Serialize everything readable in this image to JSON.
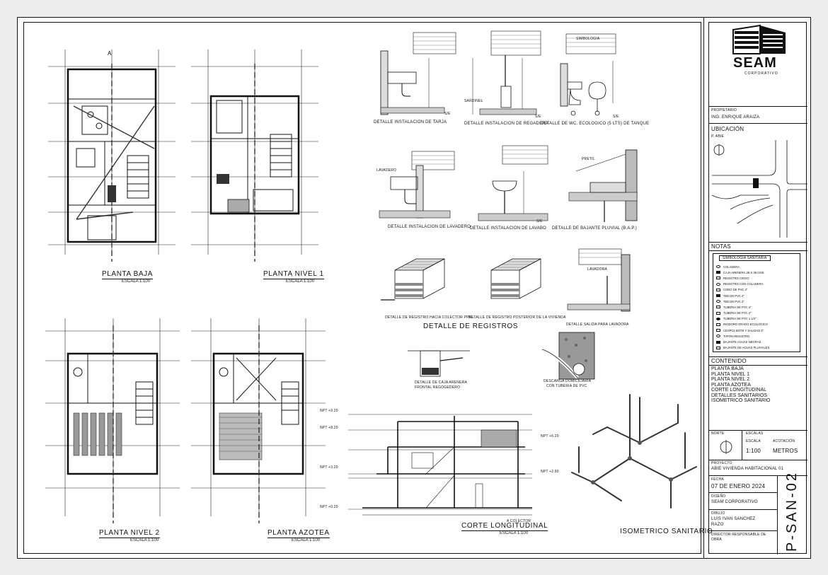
{
  "company": {
    "logo_text": "SEAM",
    "logo_subtext": "CORPORATIVO"
  },
  "titleblock": {
    "propietario_label": "PROPIETARIO",
    "propietario_value": "ING. ENRIQUE ARAIZA",
    "ubicacion_label": "UBICACIÓN",
    "ubicacion_street": "P. ABIE",
    "notas_label": "NOTAS",
    "contenido_label": "CONTENIDO",
    "contenido_items": [
      "PLANTA BAJA",
      "PLANTA NIVEL 1",
      "PLANTA NIVEL 2",
      "PLANTA AZOTEA",
      "CORTE LONGITUDINAL",
      "DETALLES SANITARIOS",
      "ISOMETRICO SANITARIO"
    ],
    "norte_label": "NORTE",
    "escalas_label": "ESCALAS",
    "escala_label": "ESCALA",
    "acotacion_label": "ACOTACIÓN",
    "escala_value": "1:100",
    "acotacion_value": "METROS",
    "proyecto_label": "PROYECTO",
    "proyecto_value": "ABIE VIVIENDA HABITACIONAL 01",
    "fecha_label": "FECHA",
    "fecha_value": "07 DE ENERO 2024",
    "diseno_label": "DISEÑO",
    "diseno_value": "SEAM CORPORATIVO",
    "dibujo_label": "DIBUJO",
    "dibujo_value_1": "LUIS IVAN SANCHEZ",
    "dibujo_value_2": "RAZO",
    "director_label_1": "DIRECTOR RESPONSABLE DE",
    "director_label_2": "OBRA",
    "sheet_code": "P-SAN-02"
  },
  "legend": {
    "title": "SIMBOLOGIA SANITARIA",
    "items": [
      "COLADERA",
      "CAJA ARENERA 28 X 38 CMS",
      "REGISTRO CIEGO",
      "REGISTRO CON COLADERA",
      "CODO DE PVC 4\"",
      "TEE DE PVC 4\"",
      "TEE DE PVC 2\"",
      "TUBERIA DE PVC 4\"",
      "TUBERIA DE PVC 2\"",
      "TUBERIA DE PVC 1 1/2\"",
      "INODORO GRADO ECOLOGICO",
      "CESPOL BOTE Y SALIDAS 2\"",
      "TAPON REGISTRO",
      "BAJANTE AGUAS NEGRAS",
      "BAJANTE DE AGUAS PLUVIALES"
    ]
  },
  "plans": [
    {
      "title": "PLANTA BAJA",
      "scale": "ESCALA 1:100"
    },
    {
      "title": "PLANTA NIVEL 1",
      "scale": "ESCALA 1:100"
    },
    {
      "title": "PLANTA NIVEL 2",
      "scale": "ESCALA 1:100"
    },
    {
      "title": "PLANTA AZOTEA",
      "scale": "ESCALA 1:100"
    }
  ],
  "details": {
    "tarja": "DETALLE INSTALACION DE TARJA",
    "regadera": "DETALLE INSTALACION DE REGADERA",
    "wc": "DETALLE DE WC. ECOLOGICO (5 LTS) DE TANQUE",
    "lavadero": "DETALLE INSTALACION DE LAVADERO",
    "lavabo": "DETALLE INSTALACION DE LAVABO",
    "bajante": "DETALLE DE BAJANTE PLUVIAL (B.A.P.)",
    "registro_colector": "DETALLE DE REGISTRO HACIA COLECTOR PPAL.",
    "registro_posterior": "DETALLE DE REGISTRO POSTERIOR DE LA VIVIENDA",
    "salida_lavadora": "DETALLE SALIDA PARA LAVADORA",
    "registros_title": "DETALLE DE REGISTROS",
    "caja_arenera_1": "DETALLE DE CAJA ARENERA",
    "caja_arenera_2": "FRONTAL REGOGEDERO",
    "descarga_1": "DESCARGA DOMICILIARIA",
    "descarga_2": "CON TUBERIA DE PVC",
    "sardinel": "SARDINEL",
    "se_1": "S/E",
    "se_2": "S/E",
    "se_3": "S/E",
    "se_4": "S/E",
    "lavadero_label": "LAVADERO",
    "lavadora_label": "LAVADORA",
    "simbologia": "SIMBOLOGIA",
    "pretil": "PRETIL"
  },
  "section": {
    "title": "CORTE LONGITUDINAL",
    "scale": "ESCALA 1:100",
    "colector": "A COLECTOR",
    "npt_labels": [
      "NPT +9.20",
      "NPT +8.20",
      "NPT +6.20",
      "NPT +3.20",
      "NPT +2.90",
      "NPT +0.20"
    ]
  },
  "isometric": {
    "title": "ISOMETRICO SANITARIO"
  }
}
